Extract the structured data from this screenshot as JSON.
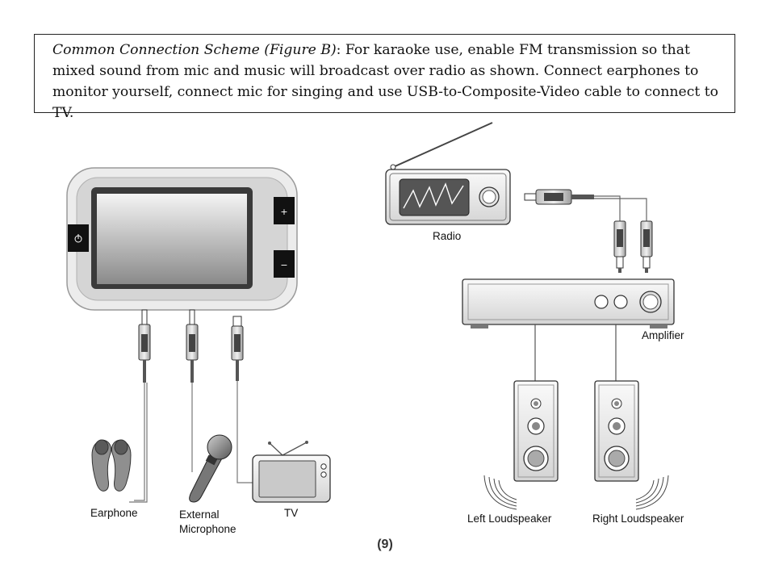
{
  "caption": {
    "title": "Common Connection Scheme (Figure B)",
    "body": ": For karaoke use, enable FM transmission so that mixed sound from mic and music will broadcast over radio as shown. Connect earphones to monitor yourself, connect mic for singing and use USB-to-Composite-Video cable to connect to TV."
  },
  "device": {
    "power_icon": "power-icon",
    "plus_label": "+",
    "minus_label": "−"
  },
  "labels": {
    "earphone": "Earphone",
    "mic_line1": "External",
    "mic_line2": "Microphone",
    "tv": "TV",
    "radio": "Radio",
    "amplifier": "Amplifier",
    "left_speaker": "Left Loudspeaker",
    "right_speaker": "Right Loudspeaker"
  },
  "page_number": "(9)"
}
